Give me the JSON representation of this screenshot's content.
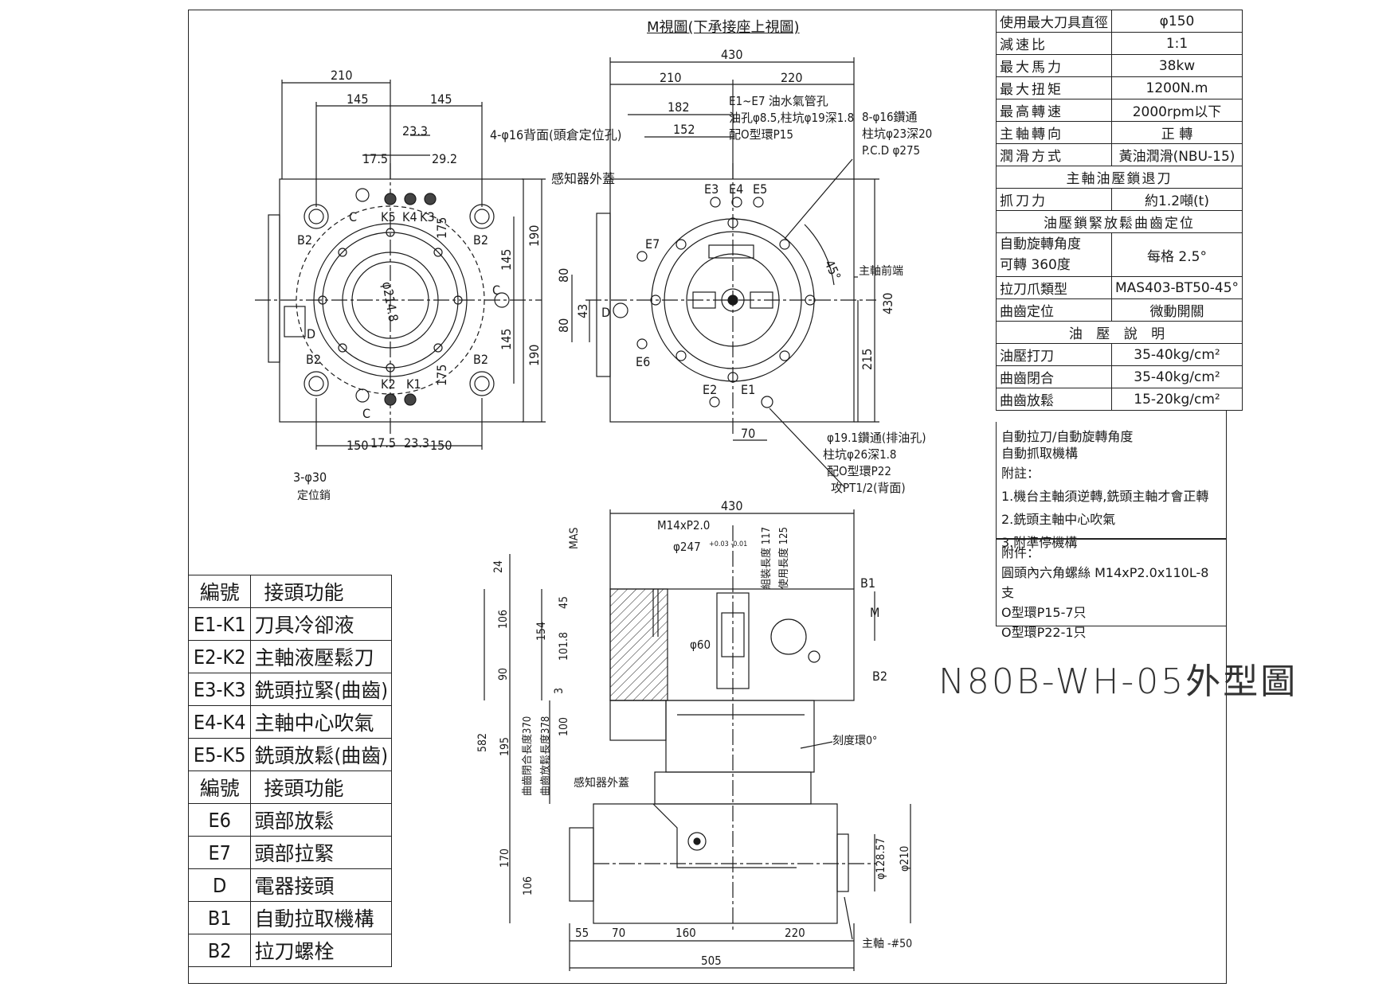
{
  "view_title": "M視圖(下承接座上視圖)",
  "model": "N80B-WH-05外型圖",
  "specs": [
    {
      "k": "使用最大刀具直徑",
      "v": "φ150"
    },
    {
      "k": "減速比",
      "v": "1:1"
    },
    {
      "k": "最大馬力",
      "v": "38kw"
    },
    {
      "k": "最大扭矩",
      "v": "1200N.m"
    },
    {
      "k": "最高轉速",
      "v": "2000rpm以下"
    },
    {
      "k": "主軸轉向",
      "v": "正 轉"
    },
    {
      "k": "潤滑方式",
      "v": "黃油潤滑(NBU-15)"
    }
  ],
  "spec_header_1": "主軸油壓鎖退刀",
  "clamp": {
    "k": "抓刀力",
    "v": "約1.2噸(t)"
  },
  "spec_header_2": "油壓鎖緊放鬆曲齒定位",
  "rotation": {
    "k1": "自動旋轉角度",
    "k2": "可轉 360度",
    "v": "每格 2.5°"
  },
  "pull_stud": {
    "k": "拉刀爪類型",
    "v": "MAS403-BT50-45°"
  },
  "curvic": {
    "k": "曲齒定位",
    "v": "微動開關"
  },
  "spec_header_3": "油 壓 說 明",
  "hydraulic": [
    {
      "k": "油壓打刀",
      "v": "35-40kg/cm²"
    },
    {
      "k": "曲齒閉合",
      "v": "35-40kg/cm²"
    },
    {
      "k": "曲齒放鬆",
      "v": "15-20kg/cm²"
    }
  ],
  "notes": {
    "line1": "自動拉刀/自動旋轉角度",
    "line2": "自動抓取機構",
    "heading": "附註：",
    "n1": "1.機台主軸須逆轉,銑頭主軸才會正轉",
    "n2": "2.銑頭主軸中心吹氣",
    "n3": "3.附準停機構"
  },
  "attachments": {
    "heading": "附件：",
    "a1": "圓頭內六角螺絲 M14xP2.0x110L-8支",
    "a2": "O型環P15-7只",
    "a3": "O型環P22-1只"
  },
  "legend": {
    "header_code": "編號",
    "header_func": "接頭功能",
    "rows_a": [
      {
        "code": "E1-K1",
        "func": "刀具冷卻液"
      },
      {
        "code": "E2-K2",
        "func": "主軸液壓鬆刀"
      },
      {
        "code": "E3-K3",
        "func": "銑頭拉緊(曲齒)"
      },
      {
        "code": "E4-K4",
        "func": "主軸中心吹氣"
      },
      {
        "code": "E5-K5",
        "func": "銑頭放鬆(曲齒)"
      }
    ],
    "rows_b": [
      {
        "code": "E6",
        "func": "頭部放鬆"
      },
      {
        "code": "E7",
        "func": "頭部拉緊"
      },
      {
        "code": "D",
        "func": "電器接頭"
      },
      {
        "code": "B1",
        "func": "自動拉取機構"
      },
      {
        "code": "B2",
        "func": "拉刀螺栓"
      }
    ]
  },
  "labels": {
    "d210a": "210",
    "d145a": "145",
    "d145b": "145",
    "d233": "23.3",
    "d175": "17.5",
    "d292": "29.2",
    "bg_note": "4-φ16背面(頭倉定位孔)",
    "sensor_cover": "感知器外蓋",
    "k5": "K5",
    "k4": "K4",
    "k3": "K3",
    "k2": "K2",
    "k1": "K1",
    "b2": "B2",
    "c": "C",
    "d": "D",
    "phi2148": "φ214.8",
    "d190": "190",
    "d145v": "145",
    "d175v": "175",
    "d150a": "150",
    "d175b": "17.5",
    "d233b": "23.3",
    "d150b": "150",
    "pin_note": "3-φ30",
    "pin_note2": "定位銷",
    "d430": "430",
    "d210b": "210",
    "d220": "220",
    "d182": "182",
    "d152": "152",
    "e_note1": "E1~E7 油水氣管孔",
    "e_note2": "油孔φ8.5,柱坑φ19深1.8",
    "e_note3": "配O型環P15",
    "hole_note1": "8-φ16鑽通",
    "hole_note2": "柱坑φ23深20",
    "hole_note3": "P.C.D φ275",
    "e3": "E3",
    "e4": "E4",
    "e5": "E5",
    "e7": "E7",
    "e6": "E6",
    "e2": "E2",
    "e1": "E1",
    "angle45": "45°",
    "spindle_front": "主軸前端",
    "d80a": "80",
    "d80b": "80",
    "d43": "43",
    "d430v": "430",
    "d215": "215",
    "d70": "70",
    "drain1": "φ19.1鑽通(排油孔)",
    "drain2": "柱坑φ26深1.8",
    "drain3": "配O型環P22",
    "drain4": "攻PT1/2(背面)",
    "s430": "430",
    "m14": "M14xP2.0",
    "phi247": "φ247",
    "tol": "+0.03 -0.01",
    "mas": "MAS",
    "len117": "組裝長度 117",
    "len125": "使用長度 125",
    "b1": "B1",
    "m": "M",
    "b2s": "B2",
    "d24": "24",
    "d106": "106",
    "d154": "154",
    "d45": "45",
    "d1018": "101.8",
    "d90": "90",
    "d3": "3",
    "phi60": "φ60",
    "d582": "582",
    "d195": "195",
    "d370": "曲齒閉合長度370",
    "d378": "曲齒放鬆長度378",
    "d100": "100",
    "scale_ring": "刻度環0°",
    "sensor_cover2": "感知器外蓋",
    "d170": "170",
    "d106b": "106",
    "phi12857": "φ128.57",
    "phi210": "φ210",
    "d55": "55",
    "d70b": "70",
    "d160": "160",
    "d220b": "220",
    "d505": "505",
    "spindle50": "主軸 -#50"
  }
}
